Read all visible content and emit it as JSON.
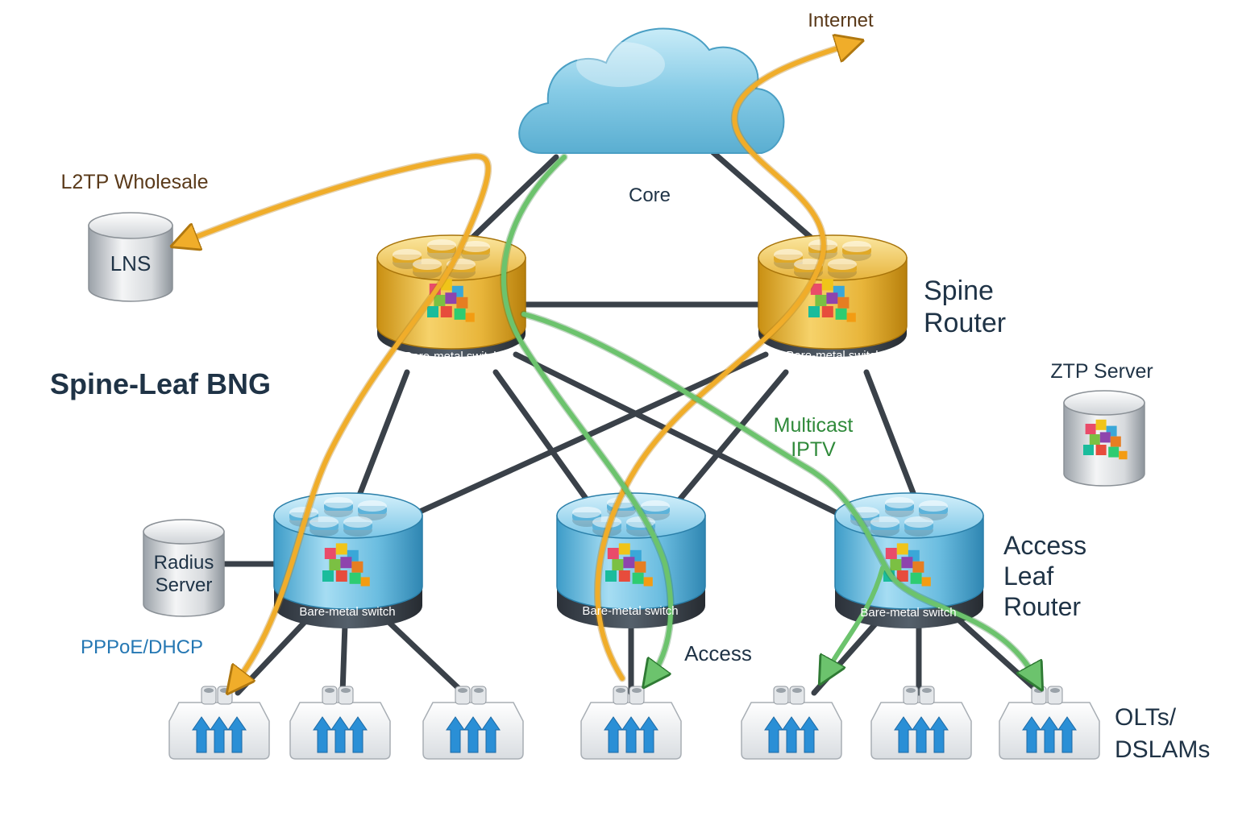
{
  "title": "Spine-Leaf BNG",
  "labels": {
    "internet": "Internet",
    "core": "Core",
    "l2tp": "L2TP Wholesale",
    "lns": "LNS",
    "spine_router": [
      "Spine",
      "Router"
    ],
    "ztp_server": "ZTP Server",
    "multicast": [
      "Multicast",
      "IPTV"
    ],
    "radius": [
      "Radius",
      "Server"
    ],
    "pppoe": "PPPoE/DHCP",
    "access": "Access",
    "access_leaf": [
      "Access",
      "Leaf",
      "Router"
    ],
    "olts": [
      "OLTs/",
      "DSLAMs"
    ],
    "switch_label": "Bare-metal switch"
  },
  "colors": {
    "cloud": "#7fc4df",
    "spine_gold": "#e8b53a",
    "leaf_blue": "#6bbde0",
    "switch_base": "#3e4650",
    "link_dark": "#3a4149",
    "flow_orange": "#f0ad2a",
    "flow_green": "#5bb85e",
    "title_text": "#1f3346",
    "label_brown": "#5a3a1a",
    "label_blue": "#2477b3",
    "label_green": "#2f8a3a"
  },
  "icons": {
    "cloud": "cloud-icon",
    "spine_switch": "switch-icon",
    "leaf_switch": "switch-icon",
    "server": "server-cylinder-icon",
    "olt": "olt-device-icon",
    "logo": "cube-logo-icon"
  }
}
